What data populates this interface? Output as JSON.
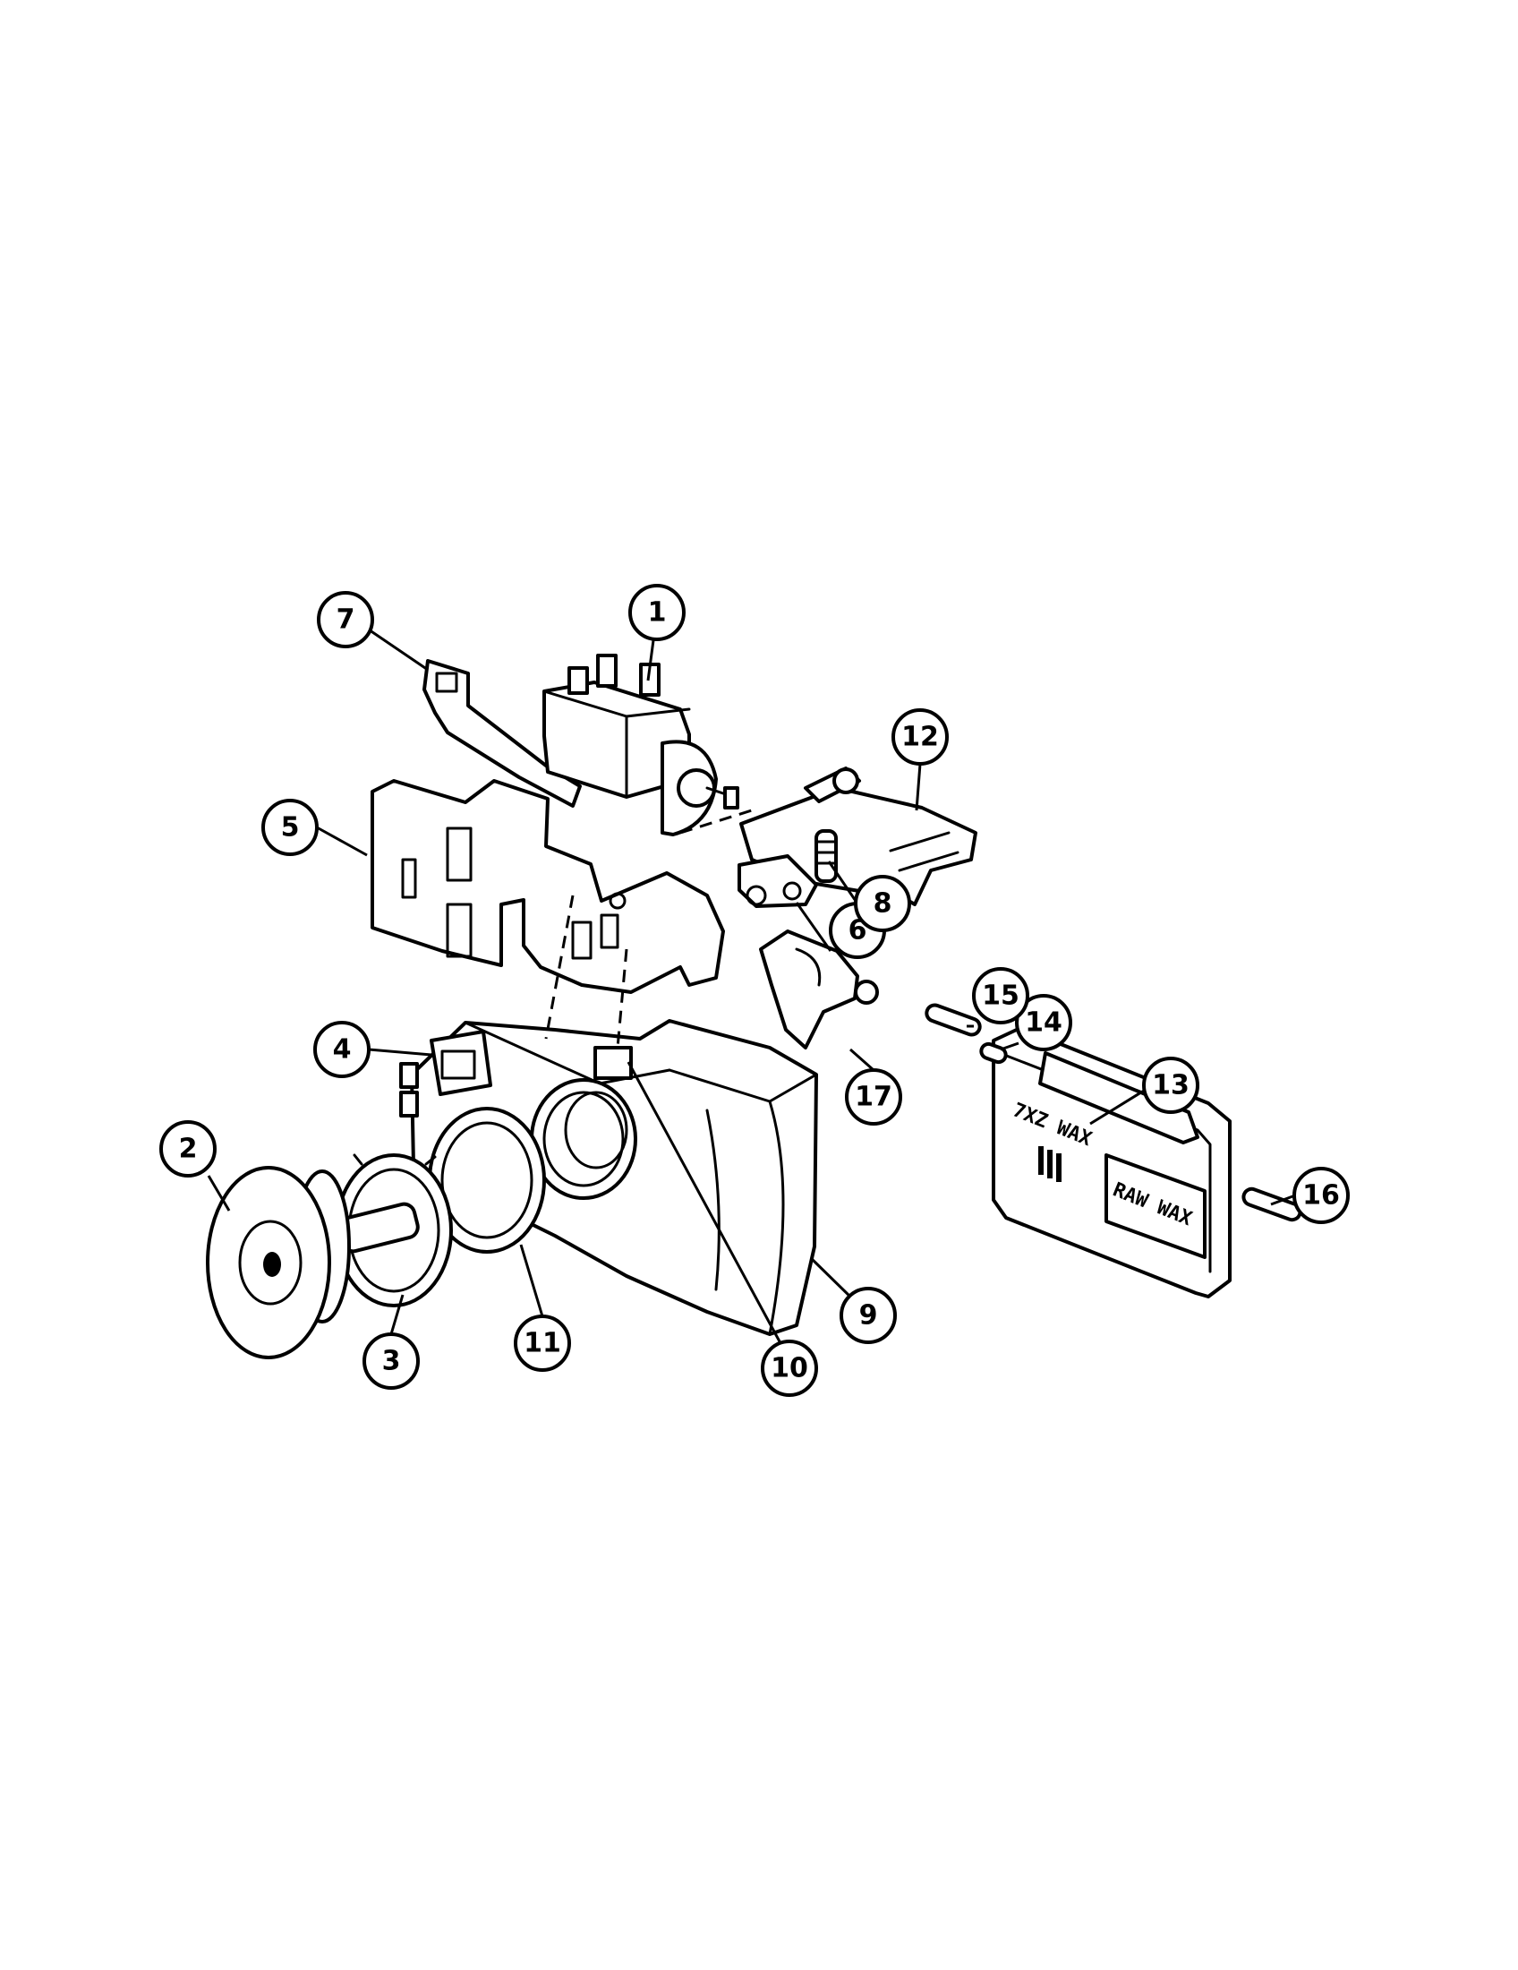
{
  "diagram": {
    "callouts": [
      {
        "id": "1",
        "label": "1"
      },
      {
        "id": "2",
        "label": "2"
      },
      {
        "id": "3",
        "label": "3"
      },
      {
        "id": "4",
        "label": "4"
      },
      {
        "id": "5",
        "label": "5"
      },
      {
        "id": "6",
        "label": "6"
      },
      {
        "id": "7",
        "label": "7"
      },
      {
        "id": "8",
        "label": "8"
      },
      {
        "id": "9",
        "label": "9"
      },
      {
        "id": "10",
        "label": "10"
      },
      {
        "id": "11",
        "label": "11"
      },
      {
        "id": "12",
        "label": "12"
      },
      {
        "id": "13",
        "label": "13"
      },
      {
        "id": "14",
        "label": "14"
      },
      {
        "id": "15",
        "label": "15"
      },
      {
        "id": "16",
        "label": "16"
      },
      {
        "id": "17",
        "label": "17"
      }
    ],
    "panel_text": {
      "upper": "7XZ WAX",
      "lower": "RAW WAX"
    }
  }
}
